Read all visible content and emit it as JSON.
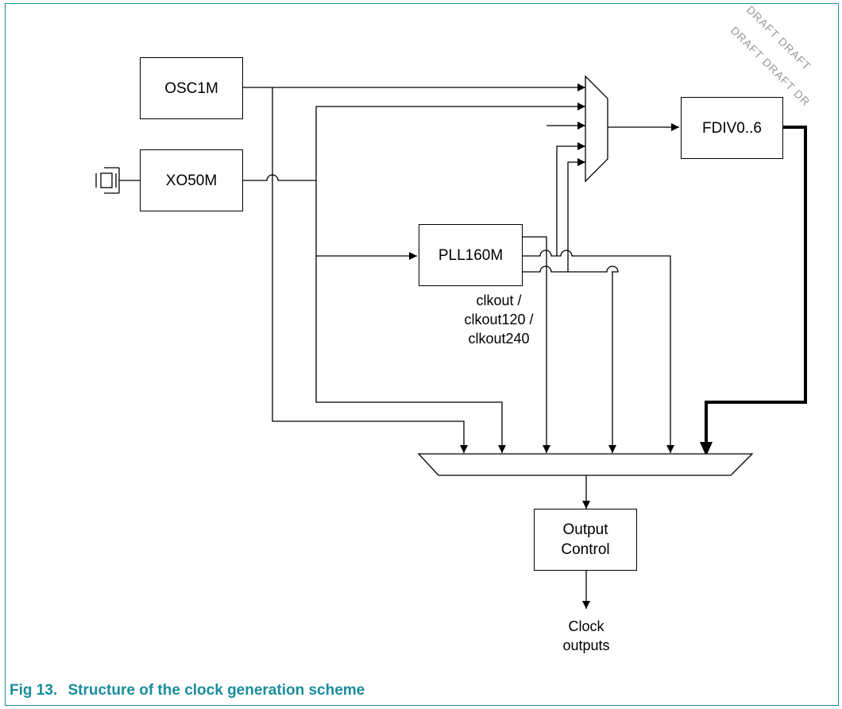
{
  "blocks": {
    "osc1m": "OSC1M",
    "xo50m": "XO50M",
    "pll160m": "PLL160M",
    "fdiv": "FDIV0..6",
    "output_control": [
      "Output",
      "Control"
    ]
  },
  "pll_outputs_label": [
    "clkout /",
    "clkout120 /",
    "clkout240"
  ],
  "clock_outputs_label": [
    "Clock",
    "outputs"
  ],
  "watermark": [
    "DRAFT DRAFT",
    "DRAFT DRAFT DR"
  ],
  "caption": {
    "number": "Fig 13.",
    "title": "Structure of the clock generation scheme"
  },
  "colors": {
    "caption": "#1a8d9c",
    "frame": "#1a8d9c",
    "watermark": "#9a9a9a"
  }
}
